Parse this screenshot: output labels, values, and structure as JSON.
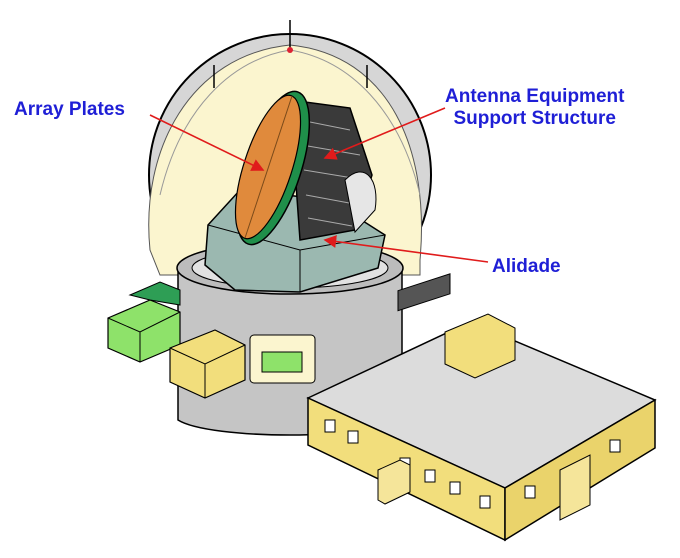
{
  "labels": {
    "array_plates": "Array Plates",
    "aess_line1": "Antenna Equipment",
    "aess_line2": "Support Structure",
    "alidade": "Alidade"
  },
  "colors": {
    "label_text": "#1f1fd6",
    "arrow": "#e01b1b",
    "dome_sky": "#fbf5cf",
    "dome_shell": "#c9c9c9",
    "array_plates": "#e08a3c",
    "alidade": "#9bb8b0",
    "building": "#f2de7c",
    "equipment": "#8ee26a"
  }
}
